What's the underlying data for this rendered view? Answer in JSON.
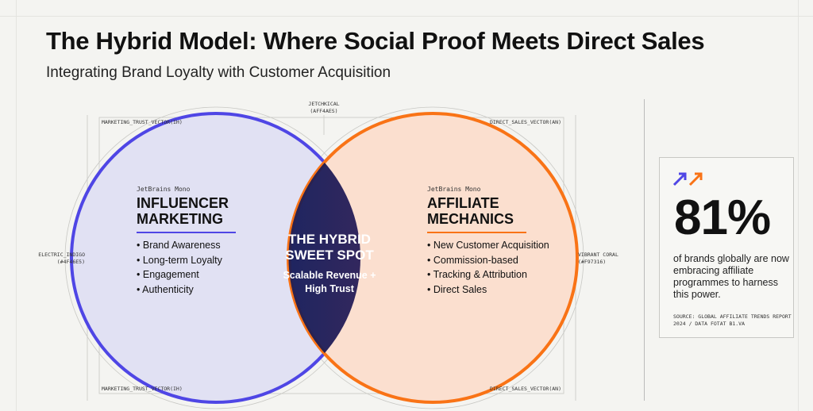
{
  "title": "The Hybrid Model: Where Social Proof Meets Direct Sales",
  "subtitle": "Integrating Brand Loyalty with Customer Acquisition",
  "annotations": {
    "top_left": "MARKETING_TRUST_VECTOR(IH)",
    "bottom_left": "MARKETING_TRUST_VECTOR(IH)",
    "top_right": "DIRECT_SALES_VECTOR(AN)",
    "bottom_right": "DIRECT_SALES_VECTOR(AN)",
    "top_center_1": "JETCHKICAL",
    "top_center_2": "(AFF4AES)",
    "left_1": "ELECTRIC_INDIGO",
    "left_2": "(#4F46E5)",
    "right_1": "VIBRANT CORAL",
    "right_2": "(#F97316)"
  },
  "left": {
    "font_note": "JetBrains Mono",
    "heading_1": "INFLUENCER",
    "heading_2": "MARKETING",
    "items": [
      "Brand Awareness",
      "Long-term Loyalty",
      "Engagement",
      "Authenticity"
    ]
  },
  "right": {
    "font_note": "JetBrains Mono",
    "heading_1": "AFFILIATE",
    "heading_2": "MECHANICS",
    "items": [
      "New Customer Acquisition",
      "Commission-based",
      "Tracking & Attribution",
      "Direct Sales"
    ]
  },
  "center": {
    "heading_1": "THE HYBRID",
    "heading_2": "SWEET SPOT",
    "sub_1": "Scalable Revenue +",
    "sub_2": "High Trust"
  },
  "stat": {
    "value": "81%",
    "text": "of brands globally are now embracing affiliate programmes to harness this power.",
    "source_1": "SOURCE: GLOBAL AFFILIATE TRENDS REPORT",
    "source_2": "2024 / DATA FOTAT B1.VA"
  },
  "colors": {
    "indigo": "#4F46E5",
    "coral": "#F97316",
    "indigo_fill": "#e1e1f3",
    "coral_fill": "#fbdfcf",
    "lens_dark": "#1f2560",
    "lens_warm": "#9a4a30"
  }
}
